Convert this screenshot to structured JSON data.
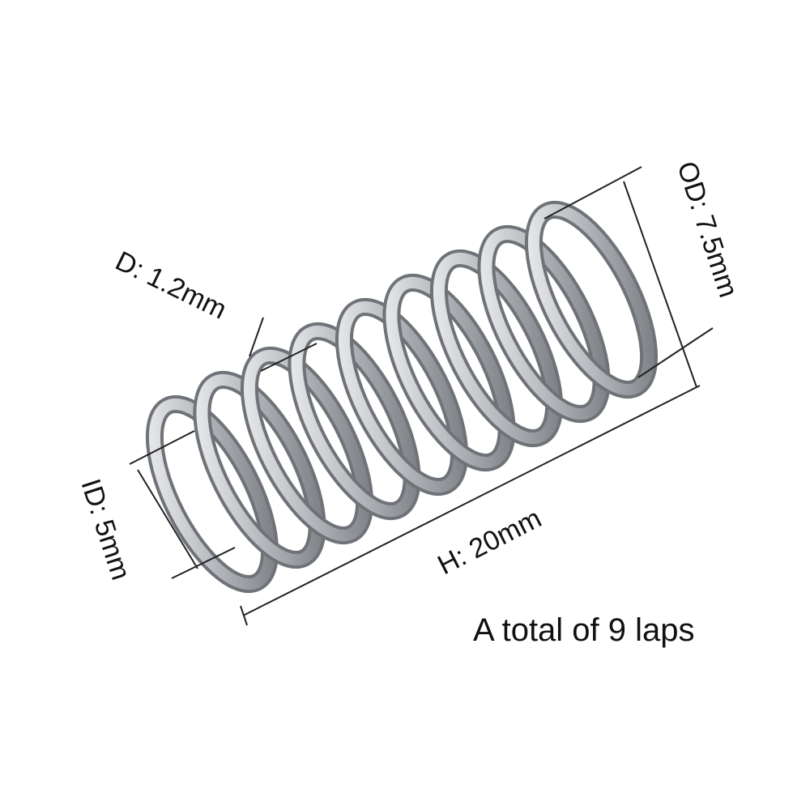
{
  "labels": {
    "wire_diameter": "D: 1.2mm",
    "outer_diameter": "OD: 7.5mm",
    "inner_diameter": "ID: 5mm",
    "height": "H: 20mm"
  },
  "caption": "A total of 9 laps",
  "colors": {
    "line": "#222222",
    "metal_dark": "#6f7378",
    "metal_mid": "#b9bcc0",
    "metal_light": "#f4f5f6"
  }
}
